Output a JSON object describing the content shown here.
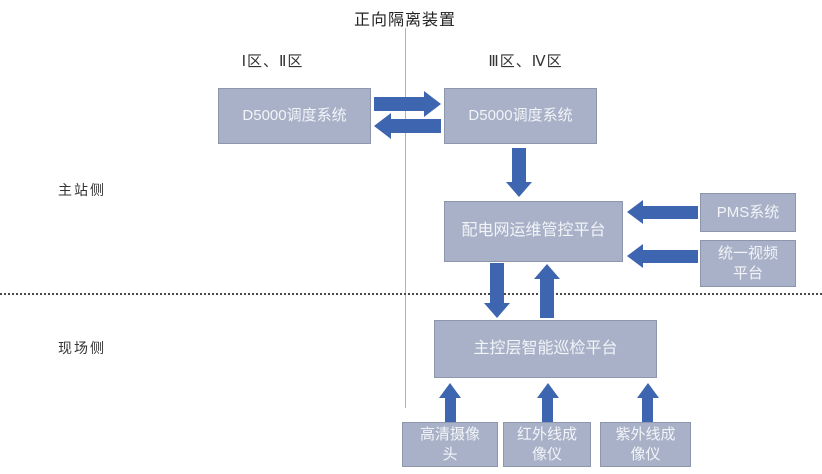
{
  "title": "正向隔离装置",
  "zone_labels": {
    "left": "Ⅰ区、Ⅱ区",
    "right": "Ⅲ区、Ⅳ区"
  },
  "side_labels": {
    "master": "主站侧",
    "field": "现场侧"
  },
  "nodes": {
    "d5000_left": "D5000调度系统",
    "d5000_right": "D5000调度系统",
    "ops_platform": "配电网运维管控平台",
    "pms": "PMS系统",
    "video_platform": "统一视频\n平台",
    "inspection_platform": "主控层智能巡检平台",
    "hd_camera": "高清摄像\n头",
    "infrared_imager": "红外线成\n像仪",
    "uv_imager": "紫外线成\n像仪"
  },
  "edges": [
    {
      "from": "d5000_left",
      "to": "d5000_right",
      "direction": "right"
    },
    {
      "from": "d5000_right",
      "to": "d5000_left",
      "direction": "left"
    },
    {
      "from": "d5000_right",
      "to": "ops_platform",
      "direction": "down"
    },
    {
      "from": "pms",
      "to": "ops_platform",
      "direction": "left"
    },
    {
      "from": "video_platform",
      "to": "ops_platform",
      "direction": "left"
    },
    {
      "from": "ops_platform",
      "to": "inspection_platform",
      "direction": "down"
    },
    {
      "from": "inspection_platform",
      "to": "ops_platform",
      "direction": "up"
    },
    {
      "from": "hd_camera",
      "to": "inspection_platform",
      "direction": "up"
    },
    {
      "from": "infrared_imager",
      "to": "inspection_platform",
      "direction": "up"
    },
    {
      "from": "uv_imager",
      "to": "inspection_platform",
      "direction": "up"
    }
  ],
  "colors": {
    "node_fill": "#a8b1c7",
    "node_border": "#8d96ab",
    "node_text": "#f2f4f8",
    "arrow_color": "#3e66b0"
  }
}
